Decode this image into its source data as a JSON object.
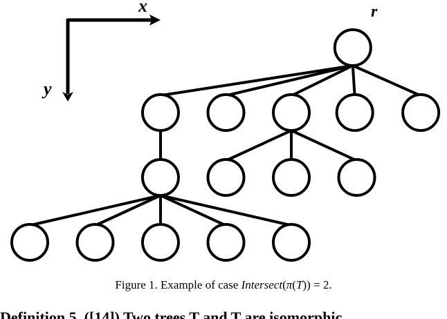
{
  "figure": {
    "axes": {
      "x_label": "x",
      "y_label": "y"
    },
    "root_label": "r",
    "tree": {
      "nodes": [
        {
          "id": "r",
          "level": 0,
          "col": 4.94
        },
        {
          "id": "a1",
          "level": 1,
          "col": 2.0
        },
        {
          "id": "a2",
          "level": 1,
          "col": 3.0
        },
        {
          "id": "a3",
          "level": 1,
          "col": 4.0
        },
        {
          "id": "a4",
          "level": 1,
          "col": 4.97
        },
        {
          "id": "a5",
          "level": 1,
          "col": 5.98
        },
        {
          "id": "b1",
          "level": 2,
          "col": 2.0
        },
        {
          "id": "b2",
          "level": 2,
          "col": 3.0
        },
        {
          "id": "b3",
          "level": 2,
          "col": 4.0
        },
        {
          "id": "b4",
          "level": 2,
          "col": 5.0
        },
        {
          "id": "c1",
          "level": 3,
          "col": 0.0
        },
        {
          "id": "c2",
          "level": 3,
          "col": 1.0
        },
        {
          "id": "c3",
          "level": 3,
          "col": 2.0
        },
        {
          "id": "c4",
          "level": 3,
          "col": 3.0
        },
        {
          "id": "c5",
          "level": 3,
          "col": 4.0
        }
      ],
      "edges": [
        [
          "r",
          "a1"
        ],
        [
          "r",
          "a2"
        ],
        [
          "r",
          "a3"
        ],
        [
          "r",
          "a4"
        ],
        [
          "r",
          "a5"
        ],
        [
          "a1",
          "b1"
        ],
        [
          "a3",
          "b2"
        ],
        [
          "a3",
          "b3"
        ],
        [
          "a3",
          "b4"
        ],
        [
          "b1",
          "c1"
        ],
        [
          "b1",
          "c2"
        ],
        [
          "b1",
          "c3"
        ],
        [
          "b1",
          "c4"
        ],
        [
          "b1",
          "c5"
        ]
      ]
    }
  },
  "caption": {
    "prefix": "Figure 1. Example of case ",
    "func": "Intersect",
    "open": "(",
    "pi": "π",
    "open2": "(",
    "T": "T",
    "suffix": ")) = 2."
  },
  "next_line": "Definition 5. ([14]) Two trees T and T are isomorphic"
}
